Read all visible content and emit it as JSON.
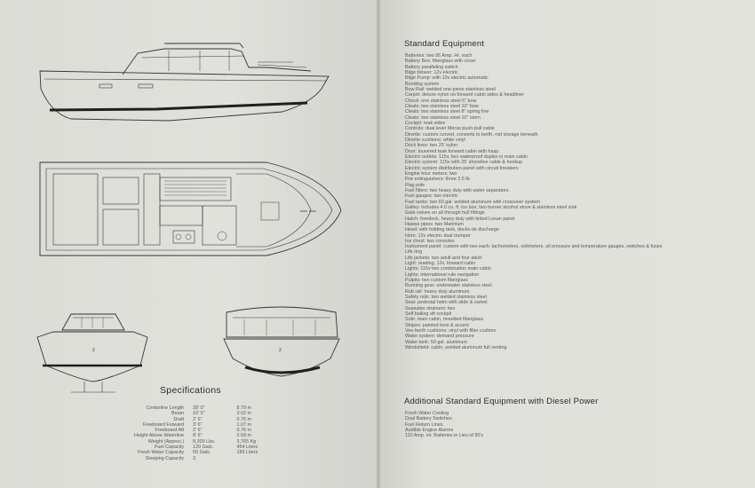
{
  "left_page": {
    "figure_labels": {
      "bow_view": "2",
      "stern_view": "2"
    },
    "specifications": {
      "title": "Specifications",
      "rows": [
        {
          "label": "Centerline Length",
          "imperial": "28' 0\"",
          "metric": "8.79 m"
        },
        {
          "label": "Beam",
          "imperial": "10' 0\"",
          "metric": "3.02 m"
        },
        {
          "label": "Draft",
          "imperial": "2' 6\"",
          "metric": "0.76 m"
        },
        {
          "label": "Freeboard Forward",
          "imperial": "3' 6\"",
          "metric": "1.07 m"
        },
        {
          "label": "Freeboard Aft",
          "imperial": "2' 6\"",
          "metric": "0.76 m"
        },
        {
          "label": "Height Above Waterline",
          "imperial": "8' 6\"",
          "metric": "2.59 m"
        },
        {
          "label": "Weight (Approx.)",
          "imperial": "8,300 Lbs.",
          "metric": "3,765 Kg"
        },
        {
          "label": "Fuel Capacity",
          "imperial": "120 Gals.",
          "metric": "454 Liters"
        },
        {
          "label": "Fresh Water Capacity",
          "imperial": "50 Gals.",
          "metric": "189 Liters"
        },
        {
          "label": "Sleeping Capacity",
          "imperial": "3",
          "metric": ""
        }
      ]
    }
  },
  "right_page": {
    "standard_equipment": {
      "title": "Standard Equipment",
      "items": [
        "Batteries: two 95 Amp. Hr. each",
        "Battery Box: fiberglass with cover",
        "Battery paralleling switch",
        "Bilge blower: 12v electric",
        "Bilge Pump: with 12v electric automatic",
        "Bonding system",
        "Bow Rail: welded one-piece stainless steel",
        "Carpet: deluxe nylon on forward cabin sides & headliner",
        "Chock: one stainless steel 6\" bow",
        "Cleats: two stainless steel 10\" bow",
        "Cleats: two stainless steel 8\" spring line",
        "Cleats: two stainless steel 10\" stern",
        "Cockpit: teak sides",
        "Controls: dual lever Morse push-pull cable",
        "Dinette: custom curved, converts to berth, rod storage beneath",
        "Dinette cushions: white vinyl",
        "Dock lines: two 25' nylon",
        "Door: louvered teak forward cabin with hasp",
        "Electric outlets: 115v, two waterproof duplex in main cabin",
        "Electric system: 115v with 25' shoreline cable & hookup",
        "Electric system distribution panel with circuit breakers",
        "Engine hour meters: two",
        "Fire extinguishers: three 2.5 lb.",
        "Flag pole",
        "Fuel filters: two heavy duty with water separators",
        "Fuel gauges: two electric",
        "Fuel tanks: two 60 gal. welded aluminum with crossover system",
        "Galley: includes 4.0 cu. ft. ice box, two burner alcohol stove & stainless steel sink",
        "Gate valves on all through hull fittings",
        "Hatch: foredeck, heavy duty with tinted Lexan panel",
        "Hawse pipes: two Marinium",
        "Head: with holding tank, docks-de discharge",
        "Horn: 12v electric dual trumpet",
        "Ice chest: two consoles",
        "Instrument panel: custom with two each: tachometers, voltmeters, oil pressure and temperature gauges, switches & fuses",
        "Life ring",
        "Life jackets: two adult and four adult",
        "Light: reading, 12v, forward cabin",
        "Lights: 115v two combination main cabin",
        "Lights: international rule navigation",
        "Pulpits: two custom fiberglass",
        "Running gear: underwater stainless steel",
        "Rub rail: heavy duty aluminum",
        "Safety rails: two welded stainless steel",
        "Seat: pedestal helm with slide & swivel",
        "Seawater strainers: two",
        "Self bailing aft cockpit",
        "Sole: main cabin, moulded fiberglass",
        "Stripes: painted boot & accent",
        "Vee-berth cushions: vinyl with filler cushion",
        "Water system: demand pressure",
        "Water tank: 50 gal. aluminum",
        "Windshield: cabin, welded aluminum full venting"
      ]
    },
    "diesel_equipment": {
      "title": "Additional Standard Equipment with Diesel Power",
      "items": [
        "Fresh Water Cooling",
        "Dual Battery Switches",
        "Fuel Return Lines",
        "Audible Engine Alarms",
        "110 Amp. Hr. Batteries in Lieu of 95's"
      ]
    }
  }
}
